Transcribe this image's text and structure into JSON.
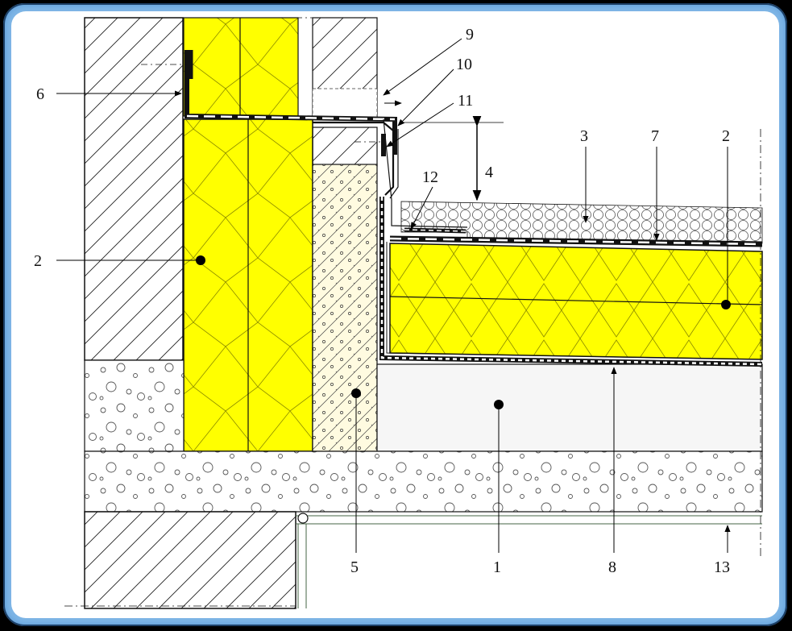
{
  "callouts": {
    "n1": "1",
    "n2_left": "2",
    "n2_right": "2",
    "n3": "3",
    "n4": "4",
    "n5": "5",
    "n6": "6",
    "n7": "7",
    "n8": "8",
    "n9": "9",
    "n10": "10",
    "n11": "11",
    "n12": "12",
    "n13": "13"
  },
  "colors": {
    "insulation": "#ffff00",
    "gravel_fill": "#fffbe0",
    "screed_fill": "#f6f6f6",
    "frame_outer": "#7fb6e6"
  }
}
